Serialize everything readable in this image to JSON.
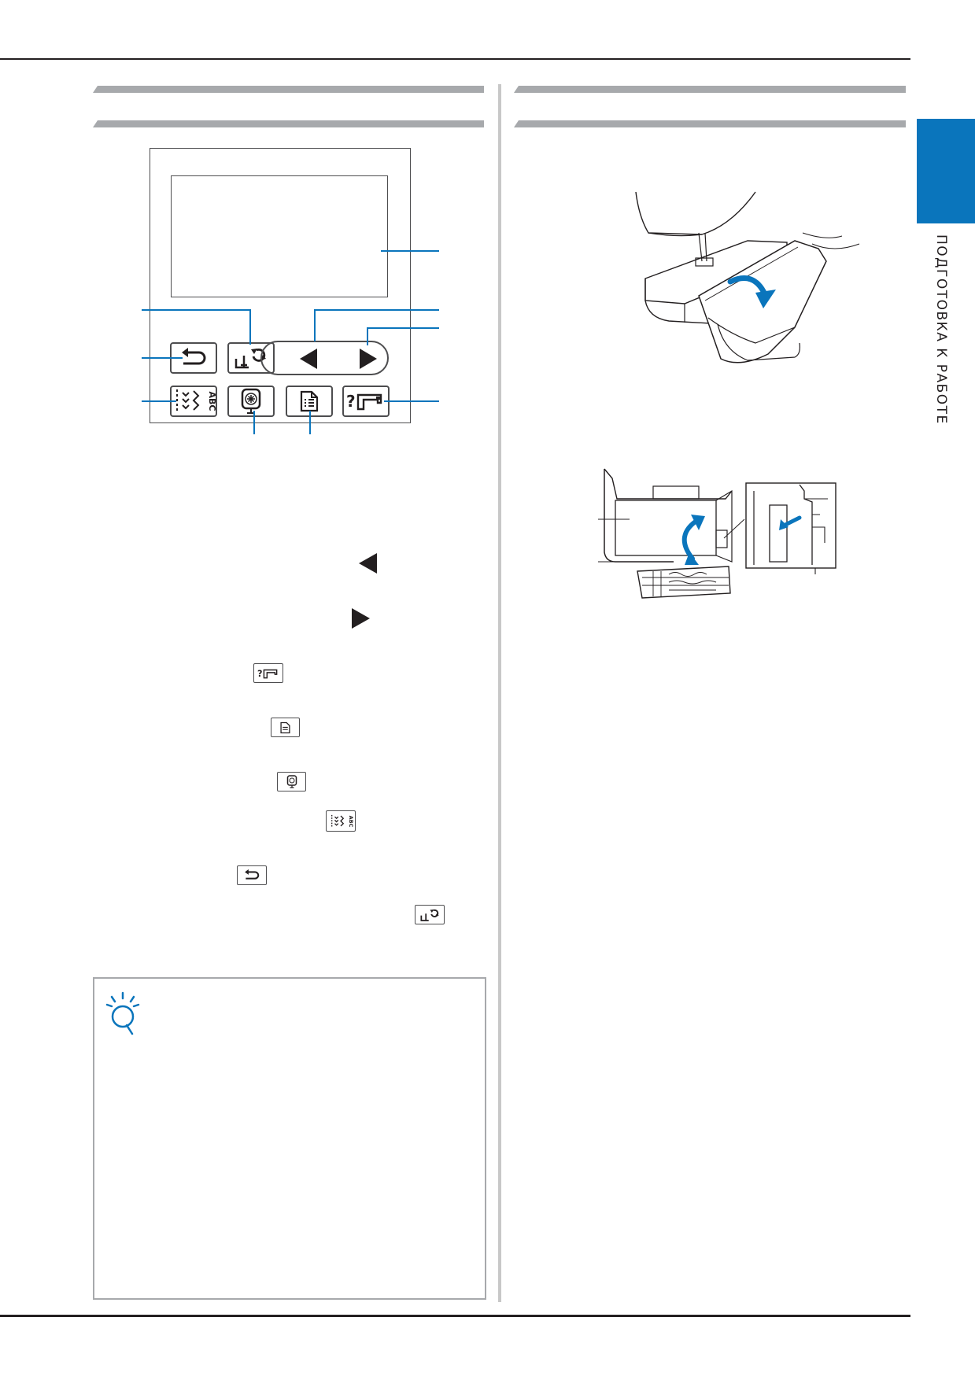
{
  "side_tab": {
    "label": "ПОДГОТОВКА К РАБОТЕ",
    "color": "#0a75bc"
  },
  "colors": {
    "accent": "#0a75bc",
    "rule": "#231f20",
    "header_bar": "#a7a9ac",
    "divider": "#c8c8c8"
  },
  "operation_panel": {
    "buttons": [
      {
        "name": "presser-foot-needle-exchange-key",
        "icon": "foot-cycle-icon"
      },
      {
        "name": "left-arrow-key",
        "icon": "triangle-left-icon"
      },
      {
        "name": "right-arrow-key",
        "icon": "triangle-right-icon"
      },
      {
        "name": "back-key",
        "icon": "return-arrow-icon"
      },
      {
        "name": "utility-character-stitch-key",
        "icon": "stitch-abc-icon"
      },
      {
        "name": "embroidery-key",
        "icon": "embroidery-hoop-icon"
      },
      {
        "name": "settings-key",
        "icon": "document-list-icon"
      },
      {
        "name": "sewing-machine-help-key",
        "icon": "machine-help-icon"
      }
    ]
  },
  "key_descriptions": {
    "rows": [
      {
        "icon": "triangle-left-icon"
      },
      {
        "icon": "triangle-right-icon"
      },
      {
        "icon": "machine-help-icon"
      },
      {
        "icon": "document-list-icon"
      },
      {
        "icon": "embroidery-hoop-icon"
      },
      {
        "icon": "stitch-abc-icon"
      },
      {
        "icon": "return-arrow-icon"
      },
      {
        "icon": "foot-cycle-icon"
      }
    ]
  },
  "note": {
    "icon": "lightbulb-icon"
  },
  "illustrations": {
    "flat_bed": {
      "icon": "open-flat-bed-attachment-icon"
    },
    "storage": {
      "icon": "accessory-storage-icon"
    }
  }
}
